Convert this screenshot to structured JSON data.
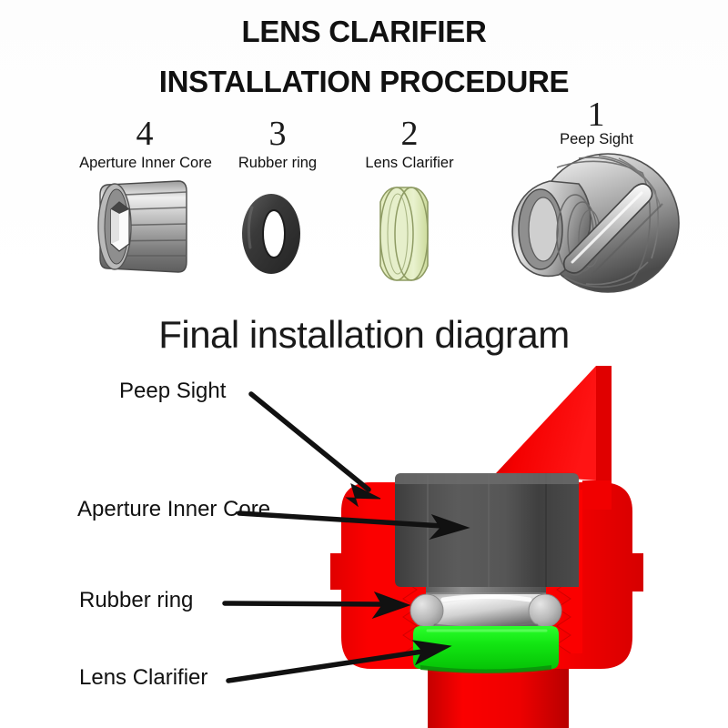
{
  "header": {
    "title_line1": "LENS CLARIFIER",
    "title_line2": "INSTALLATION PROCEDURE"
  },
  "section_heading": "Final installation diagram",
  "exploded_parts": [
    {
      "number": "4",
      "label": "Aperture Inner Core",
      "icon": "threaded-insert-icon"
    },
    {
      "number": "3",
      "label": "Rubber ring",
      "icon": "o-ring-icon"
    },
    {
      "number": "2",
      "label": "Lens Clarifier",
      "icon": "lens-disc-icon"
    },
    {
      "number": "1",
      "label": "Peep Sight",
      "icon": "peep-sight-housing-icon"
    }
  ],
  "assembly_callouts": [
    {
      "label": "Peep Sight"
    },
    {
      "label": "Aperture Inner Core"
    },
    {
      "label": "Rubber ring"
    },
    {
      "label": "Lens Clarifier"
    }
  ],
  "colors": {
    "housing_red": "#fb0000",
    "housing_red_dark": "#c60000",
    "lens_green": "#12e512",
    "lens_green_dark": "#0a8f0a",
    "core_gray": "#4a4a4a",
    "core_gray_dark": "#3a3a3a",
    "ring_silver": "#c9c9c9",
    "arrow_black": "#111111",
    "background": "#ffffff"
  }
}
